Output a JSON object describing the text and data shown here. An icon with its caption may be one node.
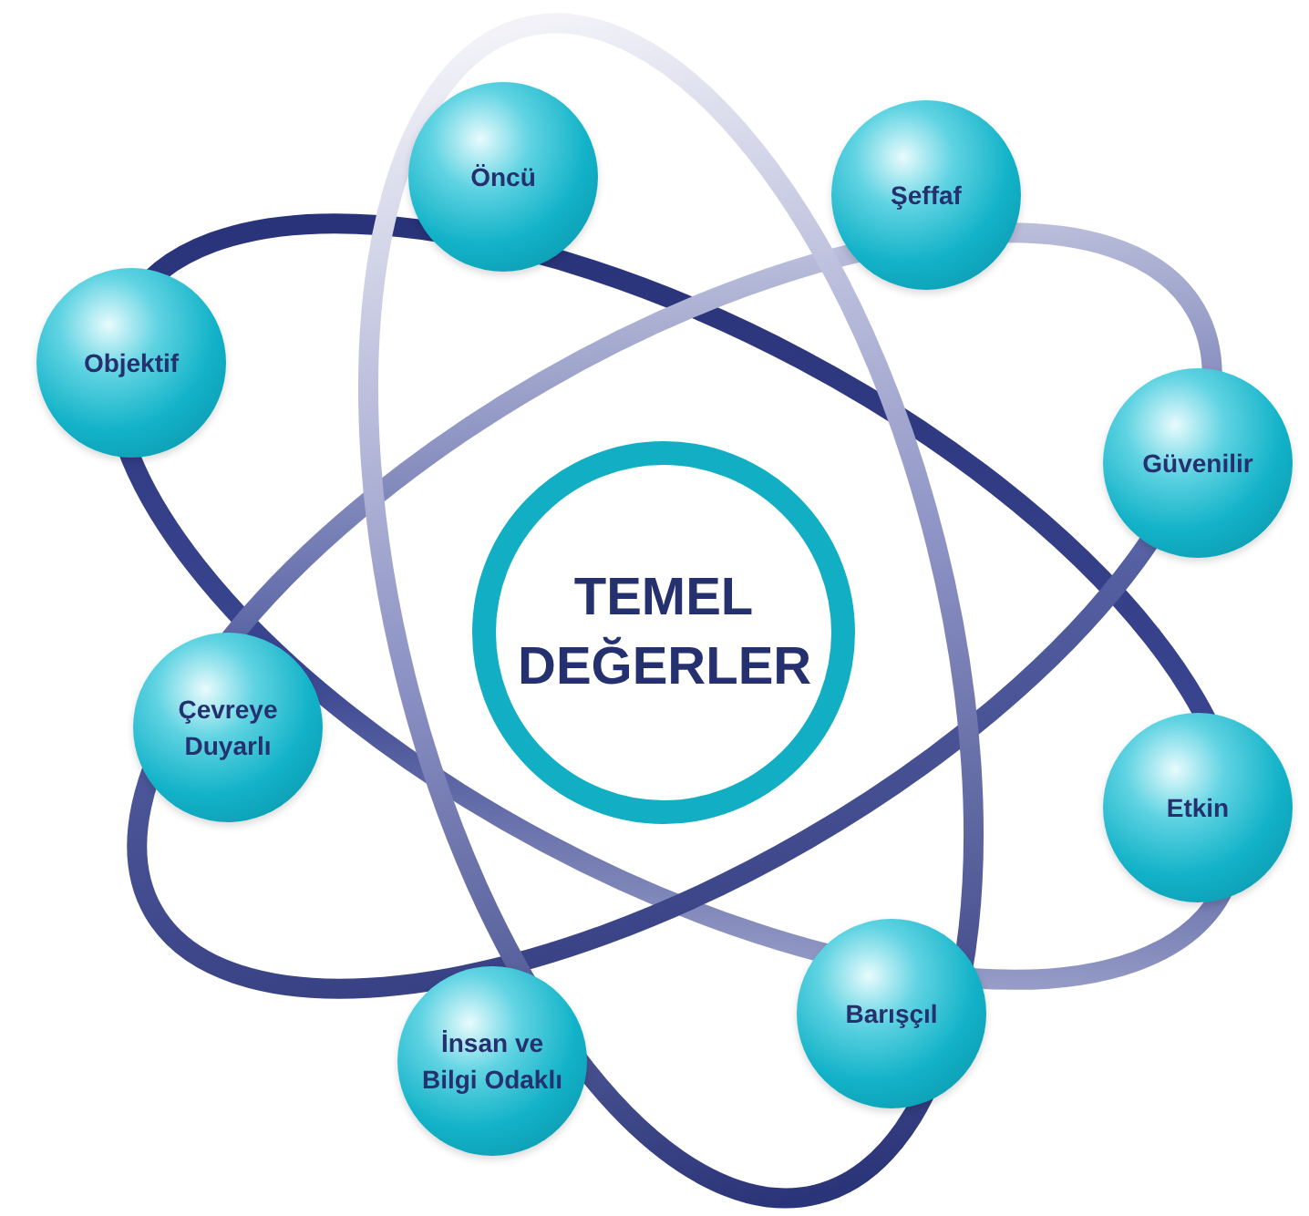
{
  "diagram": {
    "nodes": [
      {
        "text": [
          "TEMEL DEĞERLER"
        ]
      },
      {
        "text": [
          "Öncü"
        ]
      },
      {
        "text": [
          "Şeffaf"
        ]
      },
      {
        "text": [
          "Objektif"
        ]
      },
      {
        "text": [
          "Güvenilir"
        ]
      },
      {
        "text": [
          "Çevreye Duyarlı"
        ]
      },
      {
        "text": [
          "Etkin"
        ]
      },
      {
        "text": [
          "Barışçıl"
        ]
      },
      {
        "text": [
          "İnsan ve Bilgi Odaklı"
        ]
      }
    ]
  }
}
